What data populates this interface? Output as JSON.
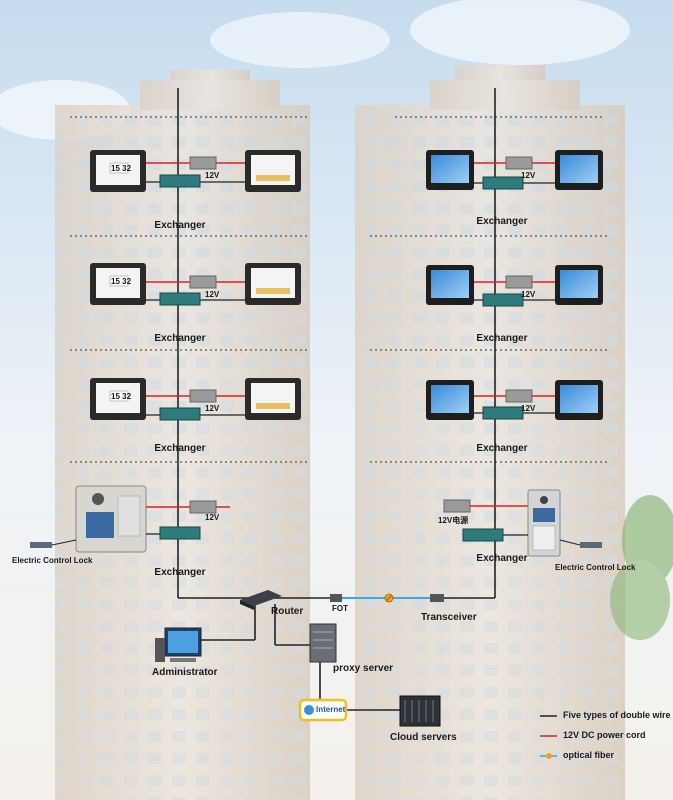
{
  "labels": {
    "exchanger": "Exchanger",
    "power_12v": "12V",
    "power_12v_cn": "12V电源",
    "electric_lock": "Electric Control Lock",
    "router": "Router",
    "fot": "FOT",
    "transceiver": "Transceiver",
    "administrator": "Administrator",
    "proxy_server": "proxy server",
    "internet": "Internet",
    "cloud_servers": "Cloud servers",
    "monitor_clock": "15 32"
  },
  "legend": {
    "wire": "Five types of double wire",
    "power_prefix": "12V DC",
    "power": "power cord",
    "fiber": "optical fiber"
  },
  "colors": {
    "wire": "#222222",
    "power": "#e02020",
    "fiber": "#33aaee",
    "sky_top": "#cfe2f3",
    "building": "#e6dcd0",
    "internet_border": "#f0c020"
  }
}
